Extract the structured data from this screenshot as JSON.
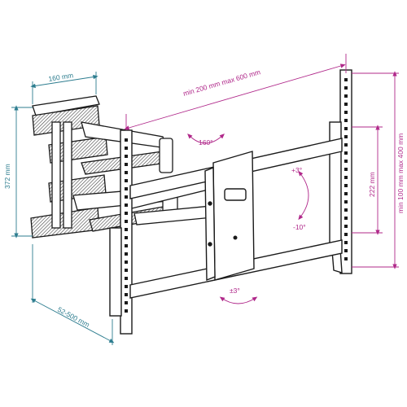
{
  "dimensions": {
    "depth_top": "160 mm",
    "height_left": "372 mm",
    "extension": "52-500 mm",
    "span_width": "min 200 mm max 600 mm",
    "span_height": "min 100 mm max 400 mm",
    "plate_height": "222 mm"
  },
  "angles": {
    "swivel": "160°",
    "tilt_up": "+3°",
    "tilt_down": "-10°",
    "rotation": "±3°"
  },
  "colors": {
    "teal": "#2d7d8f",
    "magenta": "#b0288a",
    "outline": "#1a1a1a"
  }
}
